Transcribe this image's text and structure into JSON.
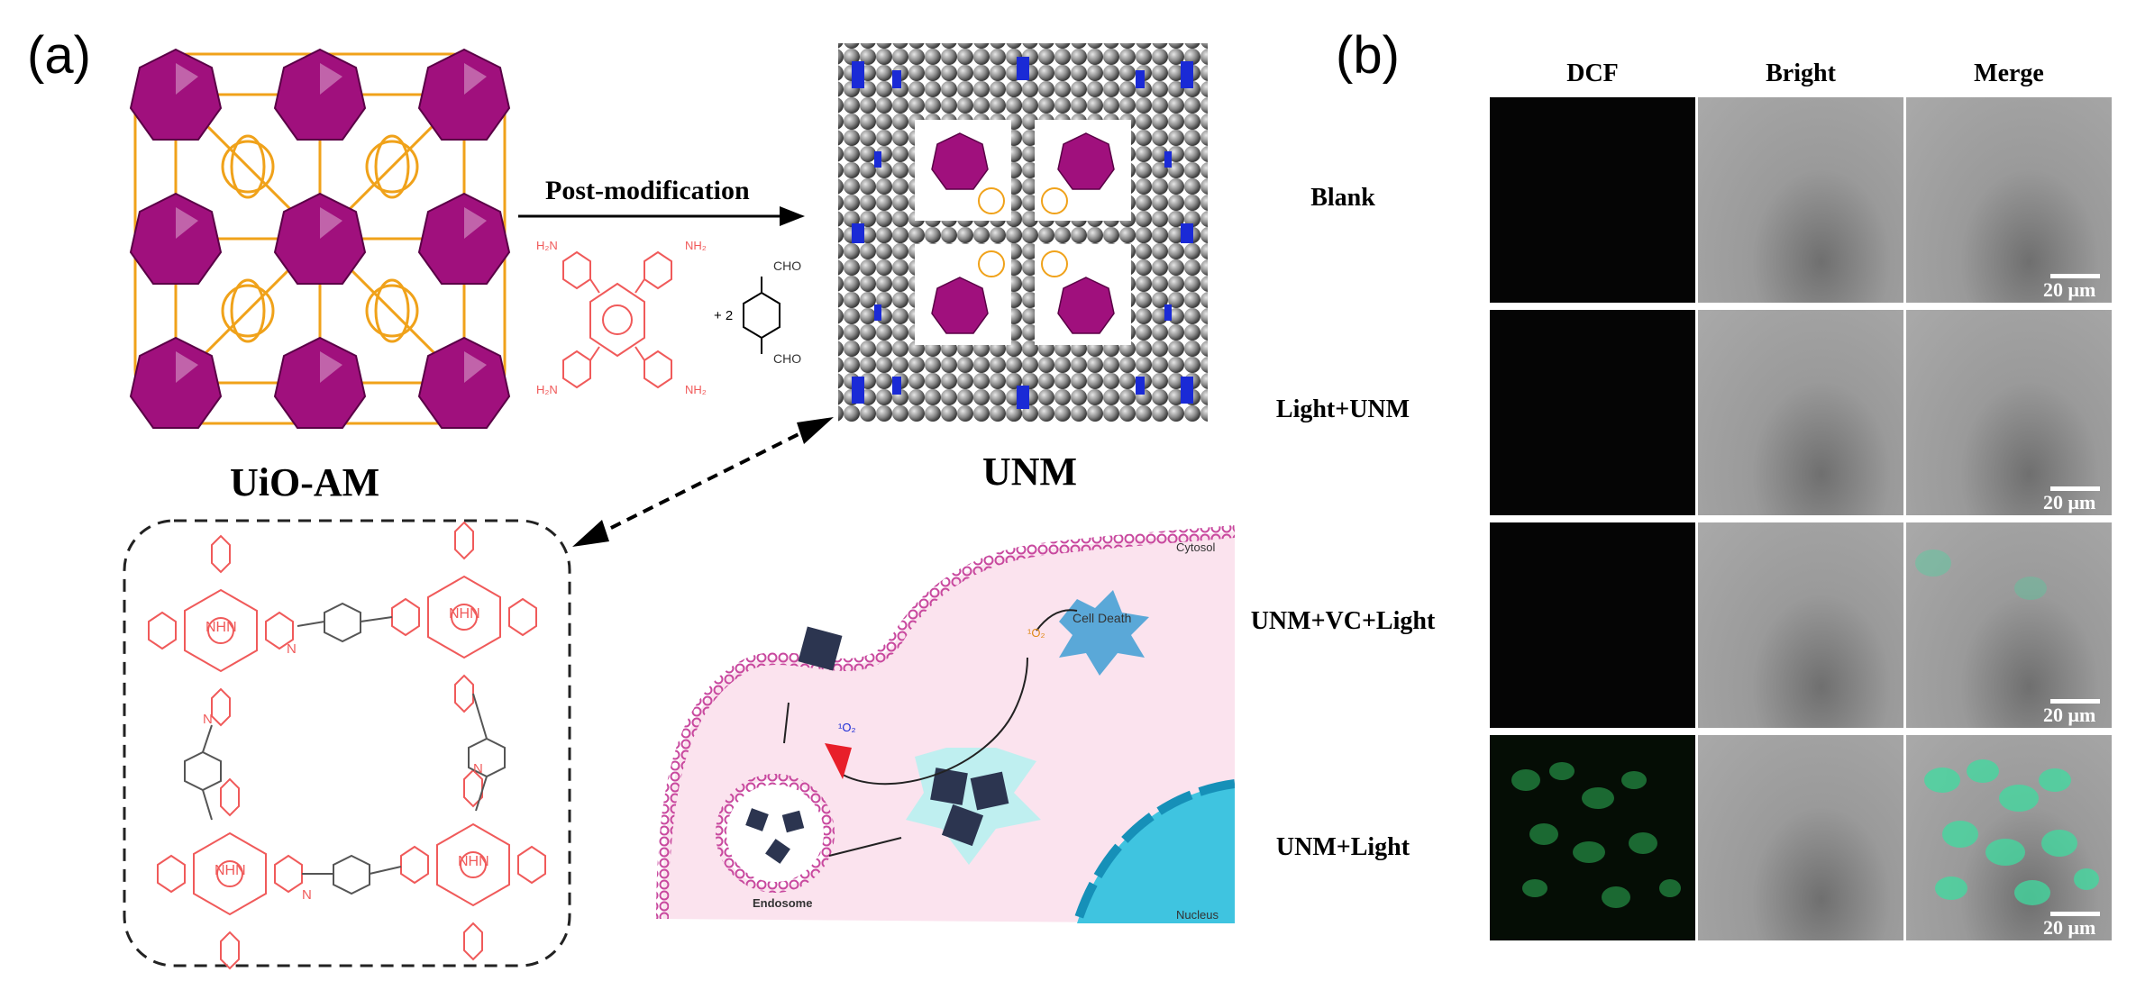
{
  "panel_a": {
    "letter": "(a)",
    "left_mof_label": "UiO-AM",
    "right_mof_label": "UNM",
    "arrow_label": "Post-modification",
    "reagent_amine_label": "H₂N",
    "reagent_amine_label_right": "NH₂",
    "reagent_coefficient": "+ 2",
    "aldehyde_label": "CHO",
    "porphyrin_core_label": "NHN",
    "imine_label": "N",
    "cell_labels": {
      "cytosol": "Cytosol",
      "cell_death": "Cell Death",
      "singlet_oxygen": "¹O₂",
      "endosome": "Endosome",
      "nucleus": "Nucleus"
    }
  },
  "panel_b": {
    "letter": "(b)",
    "columns": [
      "DCF",
      "Bright",
      "Merge"
    ],
    "rows": [
      "Blank",
      "Light+UNM",
      "UNM+VC+Light",
      "UNM+Light"
    ],
    "scale_bar": "20 μm"
  },
  "colors": {
    "zr_cluster": "#a0107d",
    "linker": "#f0a21a",
    "porphyrin": "#f05a5a",
    "cof_sphere": "#8a8a8a",
    "cof_accent": "#1a2ad6",
    "membrane": "#c8489e",
    "nucleus": "#3fc4e0",
    "dcf_green": "#3fdca0"
  }
}
